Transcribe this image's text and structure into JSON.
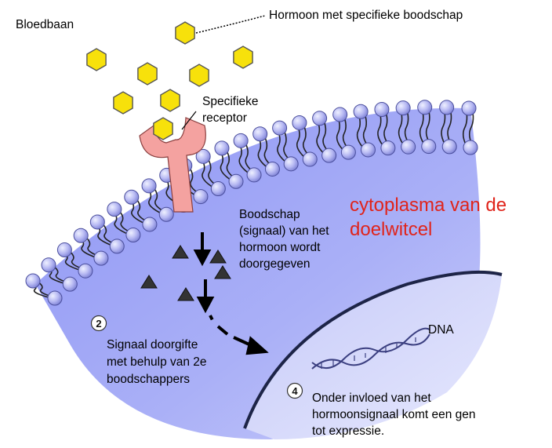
{
  "labels": {
    "bloodstream": "Bloedbaan",
    "hormone": "Hormoon met specifieke boodschap",
    "receptor_line1": "Specifieke",
    "receptor_line2": "receptor",
    "message_line1": "Boodschap",
    "message_line2": "(signaal) van het",
    "message_line3": "hormoon wordt",
    "message_line4": "doorgegeven",
    "cytoplasm_line1": "cytoplasma van de",
    "cytoplasm_line2": "doelwitcel",
    "step2_number": "2",
    "step2_line1": "Signaal doorgifte",
    "step2_line2": "met behulp van 2e",
    "step2_line3": "boodschappers",
    "dna": "DNA",
    "step4_number": "4",
    "step4_line1": "Onder invloed van het",
    "step4_line2": "hormoonsignaal komt een gen",
    "step4_line3": "tot expressie."
  },
  "colors": {
    "hormone": "#f7e10b",
    "membrane_bead": "#b3b3f2",
    "cytoplasm": "#a3a8f6",
    "receptor": "#f4a2a0",
    "cytoplasm_text": "#e0241b"
  }
}
